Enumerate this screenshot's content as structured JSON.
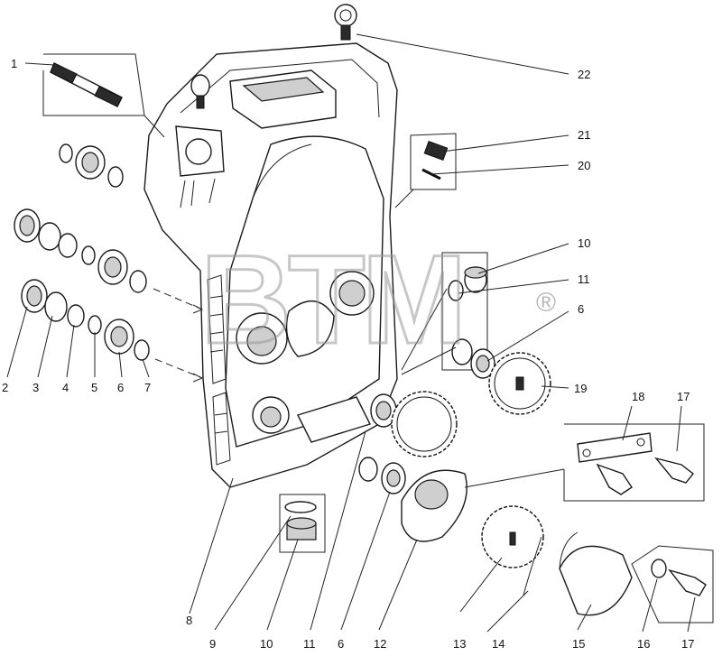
{
  "watermark": {
    "text": "BTM",
    "mark": "®"
  },
  "callouts": {
    "c1": "1",
    "c2": "2",
    "c3": "3",
    "c4": "4",
    "c5": "5",
    "c6": "6",
    "c7": "7",
    "c6r": "6",
    "c10r": "10",
    "c11r": "11",
    "c17r": "17",
    "c18": "18",
    "c19": "19",
    "c20": "20",
    "c21": "21",
    "c22": "22",
    "b8": "8",
    "b9": "9",
    "b10": "10",
    "b11": "11",
    "b6": "6",
    "b12": "12",
    "b13": "13",
    "b14": "14",
    "b15": "15",
    "b16": "16",
    "b17": "17"
  }
}
